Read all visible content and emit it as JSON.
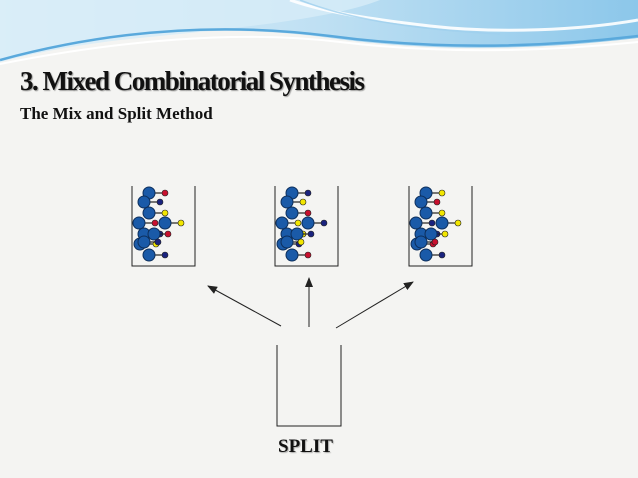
{
  "slide": {
    "title": "3. Mixed Combinatorial Synthesis",
    "subtitle": "The Mix and Split Method",
    "split_label": "SPLIT"
  },
  "diagram": {
    "vessel_count": 3,
    "bead_color": "#1a5aa8",
    "bead_outline": "#0d2f5c",
    "unit_colors": {
      "red": "#c8102e",
      "blue": "#1a237e",
      "yellow": "#f2e600"
    },
    "bead_pattern": [
      "red",
      "blue",
      "yellow",
      "red",
      "yellow",
      "blue",
      "yellow",
      "blue"
    ]
  },
  "theme": {
    "wave_blue": "#5aa9dc",
    "wave_light": "#bfe0f3",
    "background": "#f4f4f2"
  }
}
